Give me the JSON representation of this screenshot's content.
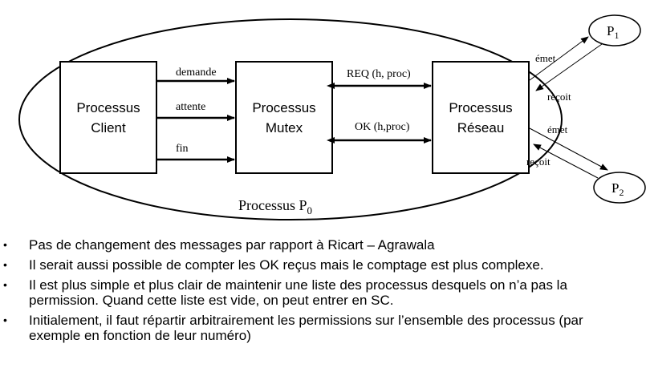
{
  "diagram": {
    "client_box": {
      "line1": "Processus",
      "line2": "Client"
    },
    "mutex_box": {
      "line1": "Processus",
      "line2": "Mutex"
    },
    "network_box": {
      "line1": "Processus",
      "line2": "Réseau"
    },
    "client_mutex_arrows": [
      "demande",
      "attente",
      "fin"
    ],
    "mutex_network_arrows": [
      "REQ (h, proc)",
      "OK (h,proc)"
    ],
    "p1": {
      "letter": "P",
      "sub": "1"
    },
    "p2": {
      "letter": "P",
      "sub": "2"
    },
    "p1_send": "émet",
    "p1_receive": "reçoit",
    "p2_send": "émet",
    "p2_receive": "reçoit",
    "container_label": {
      "text": "Processus P",
      "sub": "0"
    }
  },
  "bullets": [
    "Pas de changement des messages par rapport à Ricart – Agrawala",
    "Il serait aussi possible de compter les OK reçus mais le comptage est plus complexe.",
    "Il est plus simple et plus clair de maintenir une  liste des processus desquels on n’a pas la permission. Quand cette liste est vide, on peut entrer en SC.",
    "Initialement, il faut répartir arbitrairement les permissions sur l’ensemble des processus (par exemple en fonction de leur numéro)"
  ],
  "bullet_glyph": "•"
}
